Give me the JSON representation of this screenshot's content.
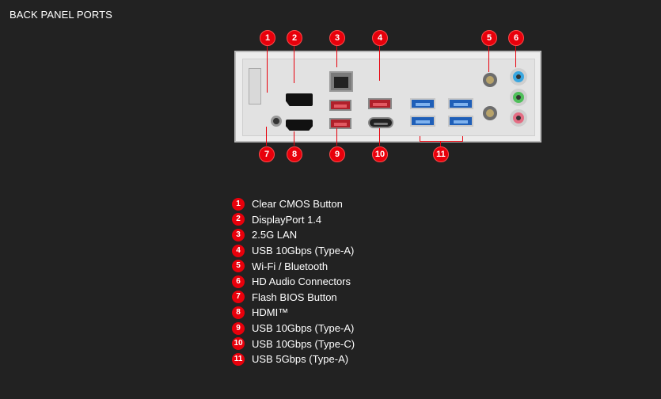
{
  "page": {
    "title": "BACK PANEL PORTS"
  },
  "colors": {
    "background": "#222222",
    "accent_red": "#e8000b",
    "text": "#ffffff"
  },
  "callouts": [
    "1",
    "2",
    "3",
    "4",
    "5",
    "6",
    "7",
    "8",
    "9",
    "10",
    "11"
  ],
  "legend": [
    {
      "num": "1",
      "label": "Clear CMOS Button"
    },
    {
      "num": "2",
      "label": "DisplayPort 1.4"
    },
    {
      "num": "3",
      "label": "2.5G LAN"
    },
    {
      "num": "4",
      "label": "USB 10Gbps (Type-A)"
    },
    {
      "num": "5",
      "label": "Wi-Fi / Bluetooth"
    },
    {
      "num": "6",
      "label": "HD Audio Connectors"
    },
    {
      "num": "7",
      "label": "Flash BIOS Button"
    },
    {
      "num": "8",
      "label": "HDMI™"
    },
    {
      "num": "9",
      "label": "USB 10Gbps (Type-A)"
    },
    {
      "num": "10",
      "label": "USB 10Gbps (Type-C)"
    },
    {
      "num": "11",
      "label": "USB 5Gbps (Type-A)"
    }
  ]
}
